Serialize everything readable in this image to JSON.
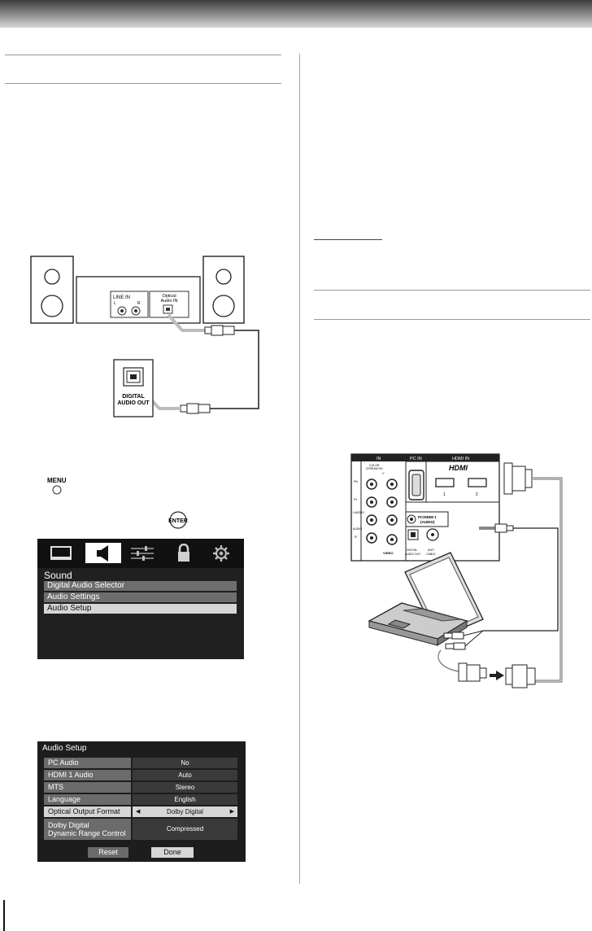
{
  "page": {
    "header_band": ""
  },
  "inline_icons": {
    "menu_label": "MENU",
    "enter_label": "ENTER"
  },
  "speaker_diagram": {
    "line_in_label": "LINE IN",
    "line_in_l": "L",
    "line_in_r": "R",
    "optical_label_line1": "Optical",
    "optical_label_line2": "Audio IN",
    "digital_out_line1": "DIGITAL",
    "digital_out_line2": "AUDIO OUT"
  },
  "sound_menu": {
    "icons": [
      "tv-picture-icon",
      "speaker-icon",
      "sliders-icon",
      "lock-icon",
      "gear-icon"
    ],
    "active_tab_index": 1,
    "title": "Sound",
    "items": [
      {
        "label": "Digital Audio Selector",
        "selected": false
      },
      {
        "label": "Audio Settings",
        "selected": false
      },
      {
        "label": "Audio Setup",
        "selected": true
      }
    ]
  },
  "audio_setup": {
    "title": "Audio Setup",
    "rows": [
      {
        "label": "PC Audio",
        "value": "No"
      },
      {
        "label": "HDMI 1 Audio",
        "value": "Auto"
      },
      {
        "label": "MTS",
        "value": "Stereo"
      },
      {
        "label": "Language",
        "value": "English"
      },
      {
        "label": "Optical Output Format",
        "value": "Dolby Digital"
      },
      {
        "label": "Dolby Digital Dynamic Range Control",
        "value": "Compressed"
      }
    ],
    "label_line1": "Dolby Digital",
    "label_line2": "Dynamic Range Control",
    "reset_label": "Reset",
    "done_label": "Done",
    "arrow_left": "◀",
    "arrow_right": "▶"
  },
  "pc_diagram": {
    "in_label": "IN",
    "colorstream_line1": "COLOR",
    "colorstream_line2": "STREAM HD",
    "pc_in_label": "PC IN",
    "hdmi_in_label": "HDMI IN",
    "hdmi_logo": "HDMI",
    "hdmi_port_1": "1",
    "hdmi_port_2": "2",
    "pb_label": "Pb",
    "pr_label": "Pr",
    "y_label": "Y",
    "lmono_label": "L/MONO",
    "audio_label": "AUDIO",
    "r_label": "R",
    "video_label": "VIDEO",
    "pc_hdmi_audio_line1": "PC/HDMI 1",
    "pc_hdmi_audio_line2": "(AUDIO)",
    "digital_audio_out_line1": "DIGITAL",
    "digital_audio_out_line2": "AUDIO OUT",
    "ant_cable_line1": "ANT/",
    "ant_cable_line2": "CABLE"
  }
}
